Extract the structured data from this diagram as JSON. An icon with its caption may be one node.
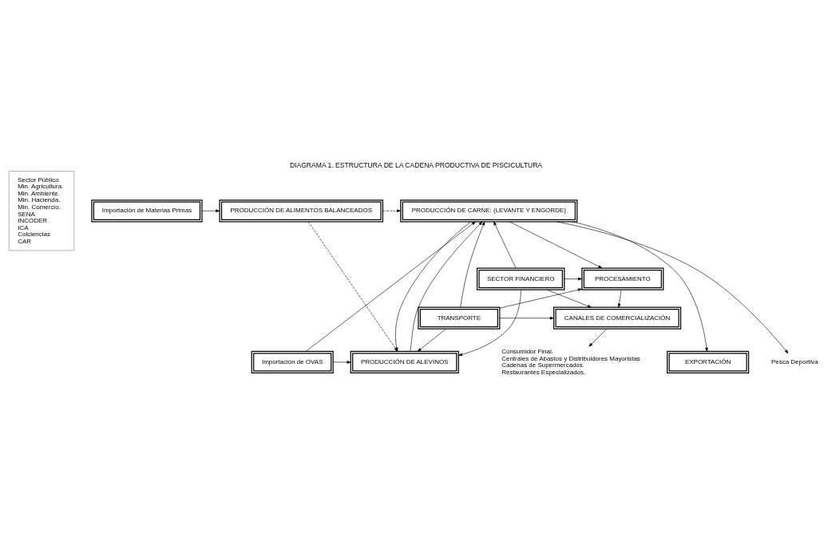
{
  "diagram": {
    "title": "DIAGRAMA 1. ESTRUCTURA DE LA CADENA PRODUCTIVA DE PISCICULTURA",
    "nodes": [
      {
        "text": [
          "Sector Público",
          "Min. Agricultura.",
          "Min. Ambiente.",
          "Min. Hacienda.",
          "Min. Comercio.",
          "SENA",
          "INCODER",
          "ICA",
          "Colciencias",
          "CAR"
        ]
      },
      {
        "text": [
          "PRODUCCIÓN DE ALEVINOS"
        ]
      },
      {
        "text": [
          "Importación de OVAS"
        ]
      },
      {
        "text": [
          "PRODUCCIÓN DE CARNE: (LEVANTE Y ENGORDE)"
        ]
      },
      {
        "text": [
          "PRODUCCIÓN DE ALIMENTOS BALANCEADOS"
        ]
      },
      {
        "text": [
          "Importación de Materias Primas"
        ]
      },
      {
        "text": [
          "PROCESAMIENTO"
        ]
      },
      {
        "text": [
          "SECTOR FINANCIERO"
        ]
      },
      {
        "text": [
          "CANALES DE COMERCIALIZACIÓN"
        ]
      },
      {
        "text": [
          "TRANSPORTE"
        ]
      },
      {
        "text": [
          "EXPORTACIÓN"
        ]
      },
      {
        "text": [
          "Pesca Deportiva"
        ]
      },
      {
        "text": [
          "Consumidor Final.",
          "Centrales de Abastos y Distribuidores Mayoristas",
          "Cadenas de Supermercados.",
          "Restaurantes Especializados."
        ]
      }
    ],
    "edges": [
      {
        "from": 2,
        "to": 1,
        "arrow": "to"
      },
      {
        "from": 2,
        "to": 3,
        "arrow": "to"
      },
      {
        "from": 4,
        "to": 1,
        "arrow": "to",
        "style": "dashed"
      },
      {
        "from": 4,
        "to": 3,
        "arrow": "to",
        "style": "dashed"
      },
      {
        "from": 5,
        "to": 4,
        "arrow": "to"
      },
      {
        "from": 1,
        "to": 3,
        "arrow": "to"
      },
      {
        "from": 3,
        "to": 1,
        "arrow": "to"
      },
      {
        "from": 3,
        "to": 6,
        "arrow": "to"
      },
      {
        "from": 6,
        "to": 8,
        "arrow": "to"
      },
      {
        "from": 7,
        "to": 1,
        "arrow": "to"
      },
      {
        "from": 7,
        "to": 3,
        "arrow": "to"
      },
      {
        "from": 7,
        "to": 6,
        "arrow": "to"
      },
      {
        "from": 7,
        "to": 8,
        "arrow": "to"
      },
      {
        "from": 9,
        "to": 1,
        "arrow": "to"
      },
      {
        "from": 9,
        "to": 3,
        "arrow": "to"
      },
      {
        "from": 9,
        "to": 6,
        "arrow": "to"
      },
      {
        "from": 9,
        "to": 8,
        "arrow": "to"
      },
      {
        "from": 3,
        "to": 10,
        "arrow": "to"
      },
      {
        "from": 3,
        "to": 11,
        "arrow": "to"
      },
      {
        "from": 8,
        "to": 12,
        "arrow": "to"
      }
    ]
  }
}
